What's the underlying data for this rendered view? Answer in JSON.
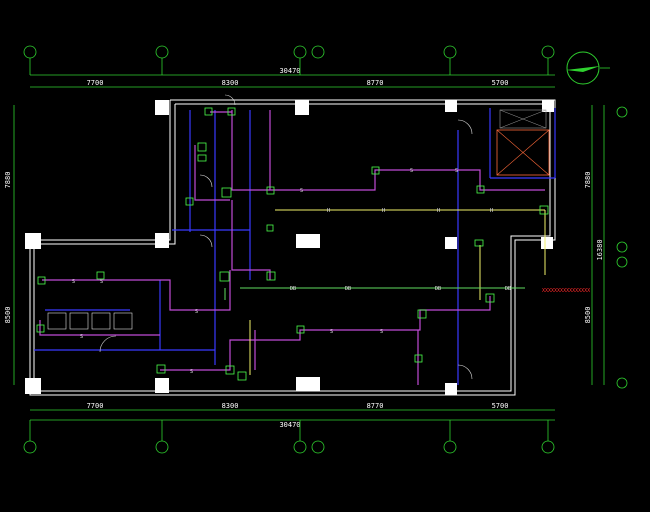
{
  "drawing": {
    "top_dims": [
      "7700",
      "8300",
      "8770",
      "5700"
    ],
    "top_total": "30470",
    "bottom_dims": [
      "7700",
      "8300",
      "8770",
      "5700"
    ],
    "bottom_total": "30470",
    "left_dims": [
      "7880",
      "8500"
    ],
    "right_dims": [
      "7880",
      "16380",
      "8500"
    ],
    "red_note": "XXXXXXXXXXXXXXXX",
    "duct_labels": {
      "s": "S",
      "db": "DB",
      "h": "H"
    }
  },
  "colors": {
    "background": "#000000",
    "dimension": "#2fd12f",
    "wall": "#ffffff",
    "inner_wall": "#3a3aff",
    "supply_duct": "#c04bd6",
    "yellow_duct": "#f2f26a",
    "green_duct": "#5fdc5f",
    "note": "#ff2a2a"
  },
  "icons": {
    "north_arrow": "north-arrow-icon"
  }
}
